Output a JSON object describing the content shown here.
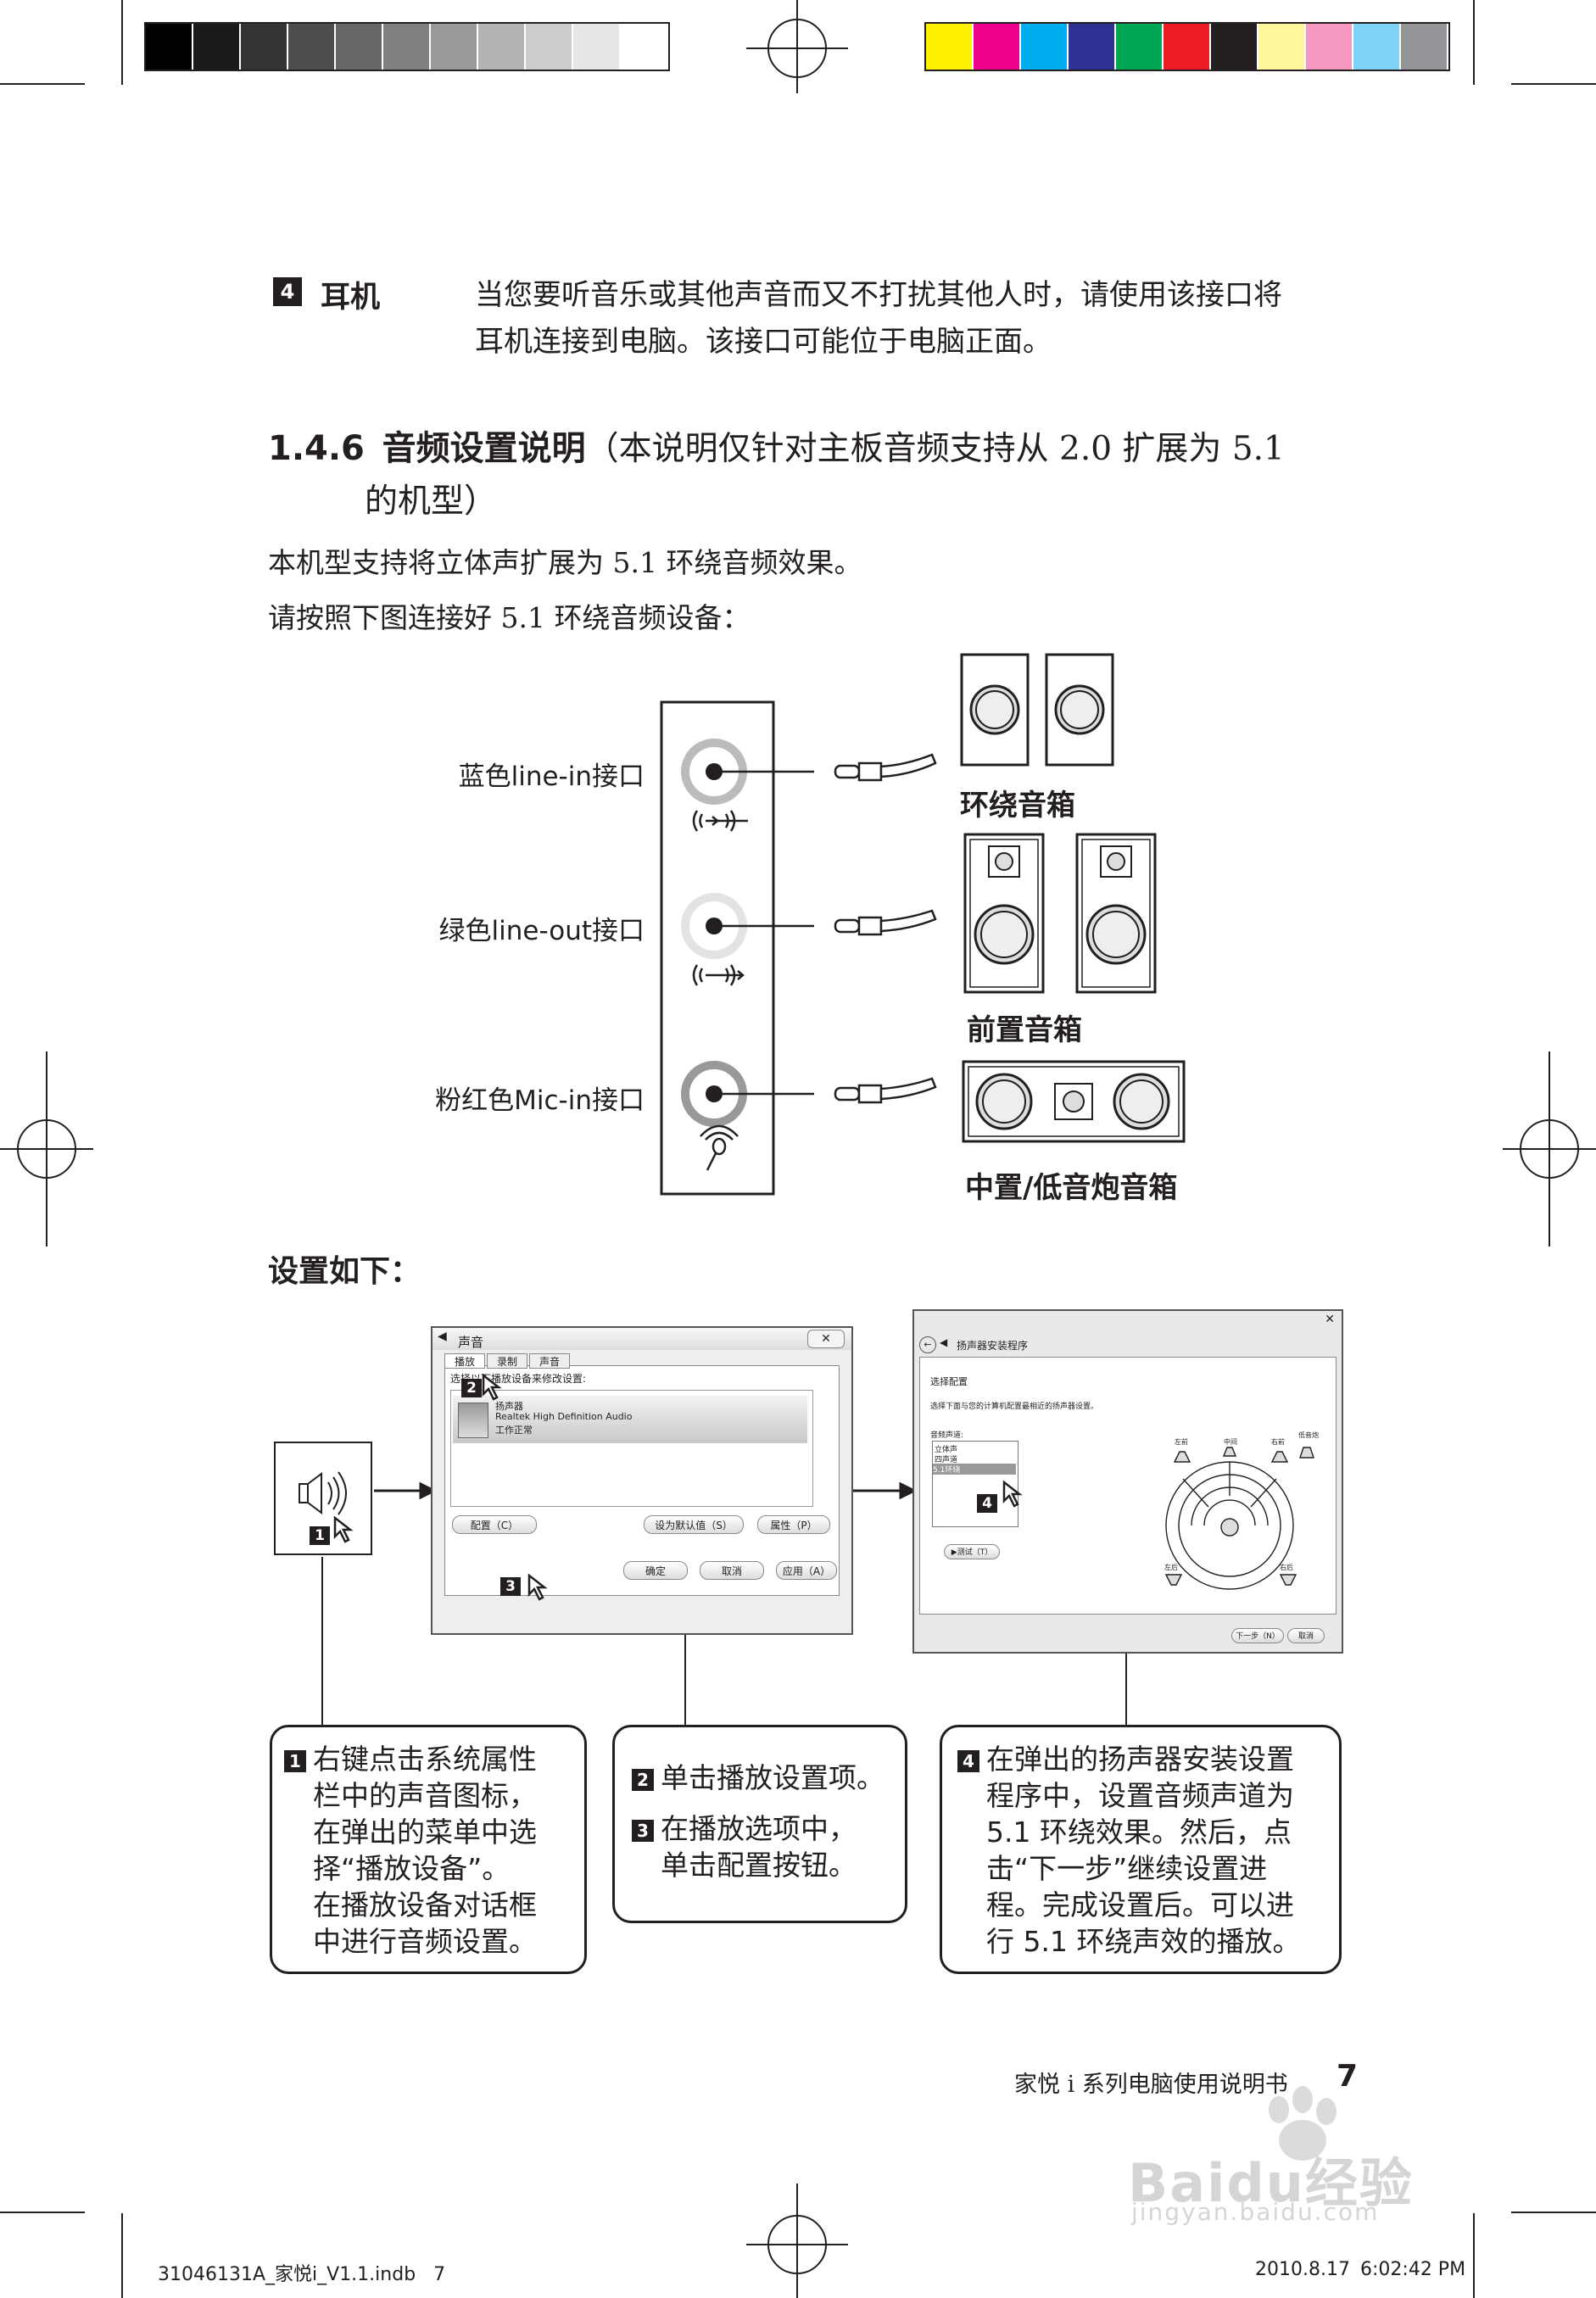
{
  "colors": {
    "ink": "#231f20",
    "grayscale_bar": [
      "#000000",
      "#1a1a1a",
      "#333333",
      "#4d4d4d",
      "#666666",
      "#808080",
      "#999999",
      "#b3b3b3",
      "#cccccc",
      "#e6e6e6",
      "#ffffff"
    ],
    "color_bar": [
      "#fff200",
      "#ec008c",
      "#00aeef",
      "#2e3192",
      "#00a651",
      "#ed1c24",
      "#231f20",
      "#fff799",
      "#f49ac1",
      "#7fd3f7",
      "#939598"
    ]
  },
  "headphone": {
    "badge": "4",
    "title": "耳机",
    "desc_line1": "当您要听音乐或其他声音而又不打扰其他人时，请使用该接口将",
    "desc_line2": "耳机连接到电脑。该接口可能位于电脑正面。"
  },
  "section": {
    "number": "1.4.6",
    "title": "音频设置说明",
    "note_line1": "（本说明仅针对主板音频支持从 2.0 扩展为 5.1",
    "note_line2": "的机型）",
    "para1": "本机型支持将立体声扩展为 5.1 环绕音频效果。",
    "para2": "请按照下图连接好 5.1 环绕音频设备："
  },
  "diagram": {
    "jack_labels": [
      "蓝色line-in接口",
      "绿色line-out接口",
      "粉红色Mic-in接口"
    ],
    "speaker_labels": [
      "环绕音箱",
      "前置音箱",
      "中置/低音炮音箱"
    ]
  },
  "setup": {
    "heading": "设置如下：",
    "sound_dialog": {
      "title": "声音",
      "tabs": [
        "播放",
        "录制",
        "声音"
      ],
      "instruction": "选择以下播放设备来修改设置:",
      "device_name": "扬声器",
      "device_driver": "Realtek High Definition Audio",
      "device_status": "工作正常",
      "configure_btn": "配置（C）",
      "default_btn": "设为默认值（S）",
      "properties_btn": "属性（P）",
      "ok_btn": "确定",
      "cancel_btn": "取消",
      "apply_btn": "应用（A）",
      "close": "✕"
    },
    "wizard": {
      "title": "扬声器安装程序",
      "section": "选择配置",
      "instruction": "选择下面与您的计算机配置最相近的扬声器设置。",
      "channel_label": "音频声道:",
      "options": [
        "立体声",
        "四声道",
        "5.1环绕"
      ],
      "test_btn": "▶测试（T）",
      "next_btn": "下一步（N）",
      "cancel_btn": "取消",
      "speaker_tags": [
        "左前",
        "中间",
        "右前",
        "低音炮",
        "左后",
        "右后"
      ],
      "close": "✕"
    },
    "step_badges": [
      "1",
      "2",
      "3",
      "4"
    ],
    "notes": {
      "n1": {
        "badge": "1",
        "lines": [
          "右键点击系统属性",
          "栏中的声音图标，",
          "在弹出的菜单中选",
          "择“播放设备”。",
          "在播放设备对话框",
          "中进行音频设置。"
        ]
      },
      "n2": {
        "badge2": "2",
        "line2": "单击播放设置项。",
        "badge3": "3",
        "line3a": "在播放选项中，",
        "line3b": "单击配置按钮。"
      },
      "n4": {
        "badge": "4",
        "lines": [
          "在弹出的扬声器安装设置",
          "程序中，设置音频声道为",
          "5.1 环绕效果。然后，点",
          "击“下一步”继续设置进",
          "程。完成设置后。可以进",
          "行 5.1 环绕声效的播放。"
        ]
      }
    }
  },
  "footer": {
    "book_title": "家悦 i 系列电脑使用说明书",
    "page_number": "7",
    "file_info": "31046131A_家悦i_V1.1.indb   7",
    "print_date": "2010.8.17",
    "print_time": "6:02:42 PM",
    "watermark_brand": "Baidu经验",
    "watermark_url": "jingyan.baidu.com"
  }
}
